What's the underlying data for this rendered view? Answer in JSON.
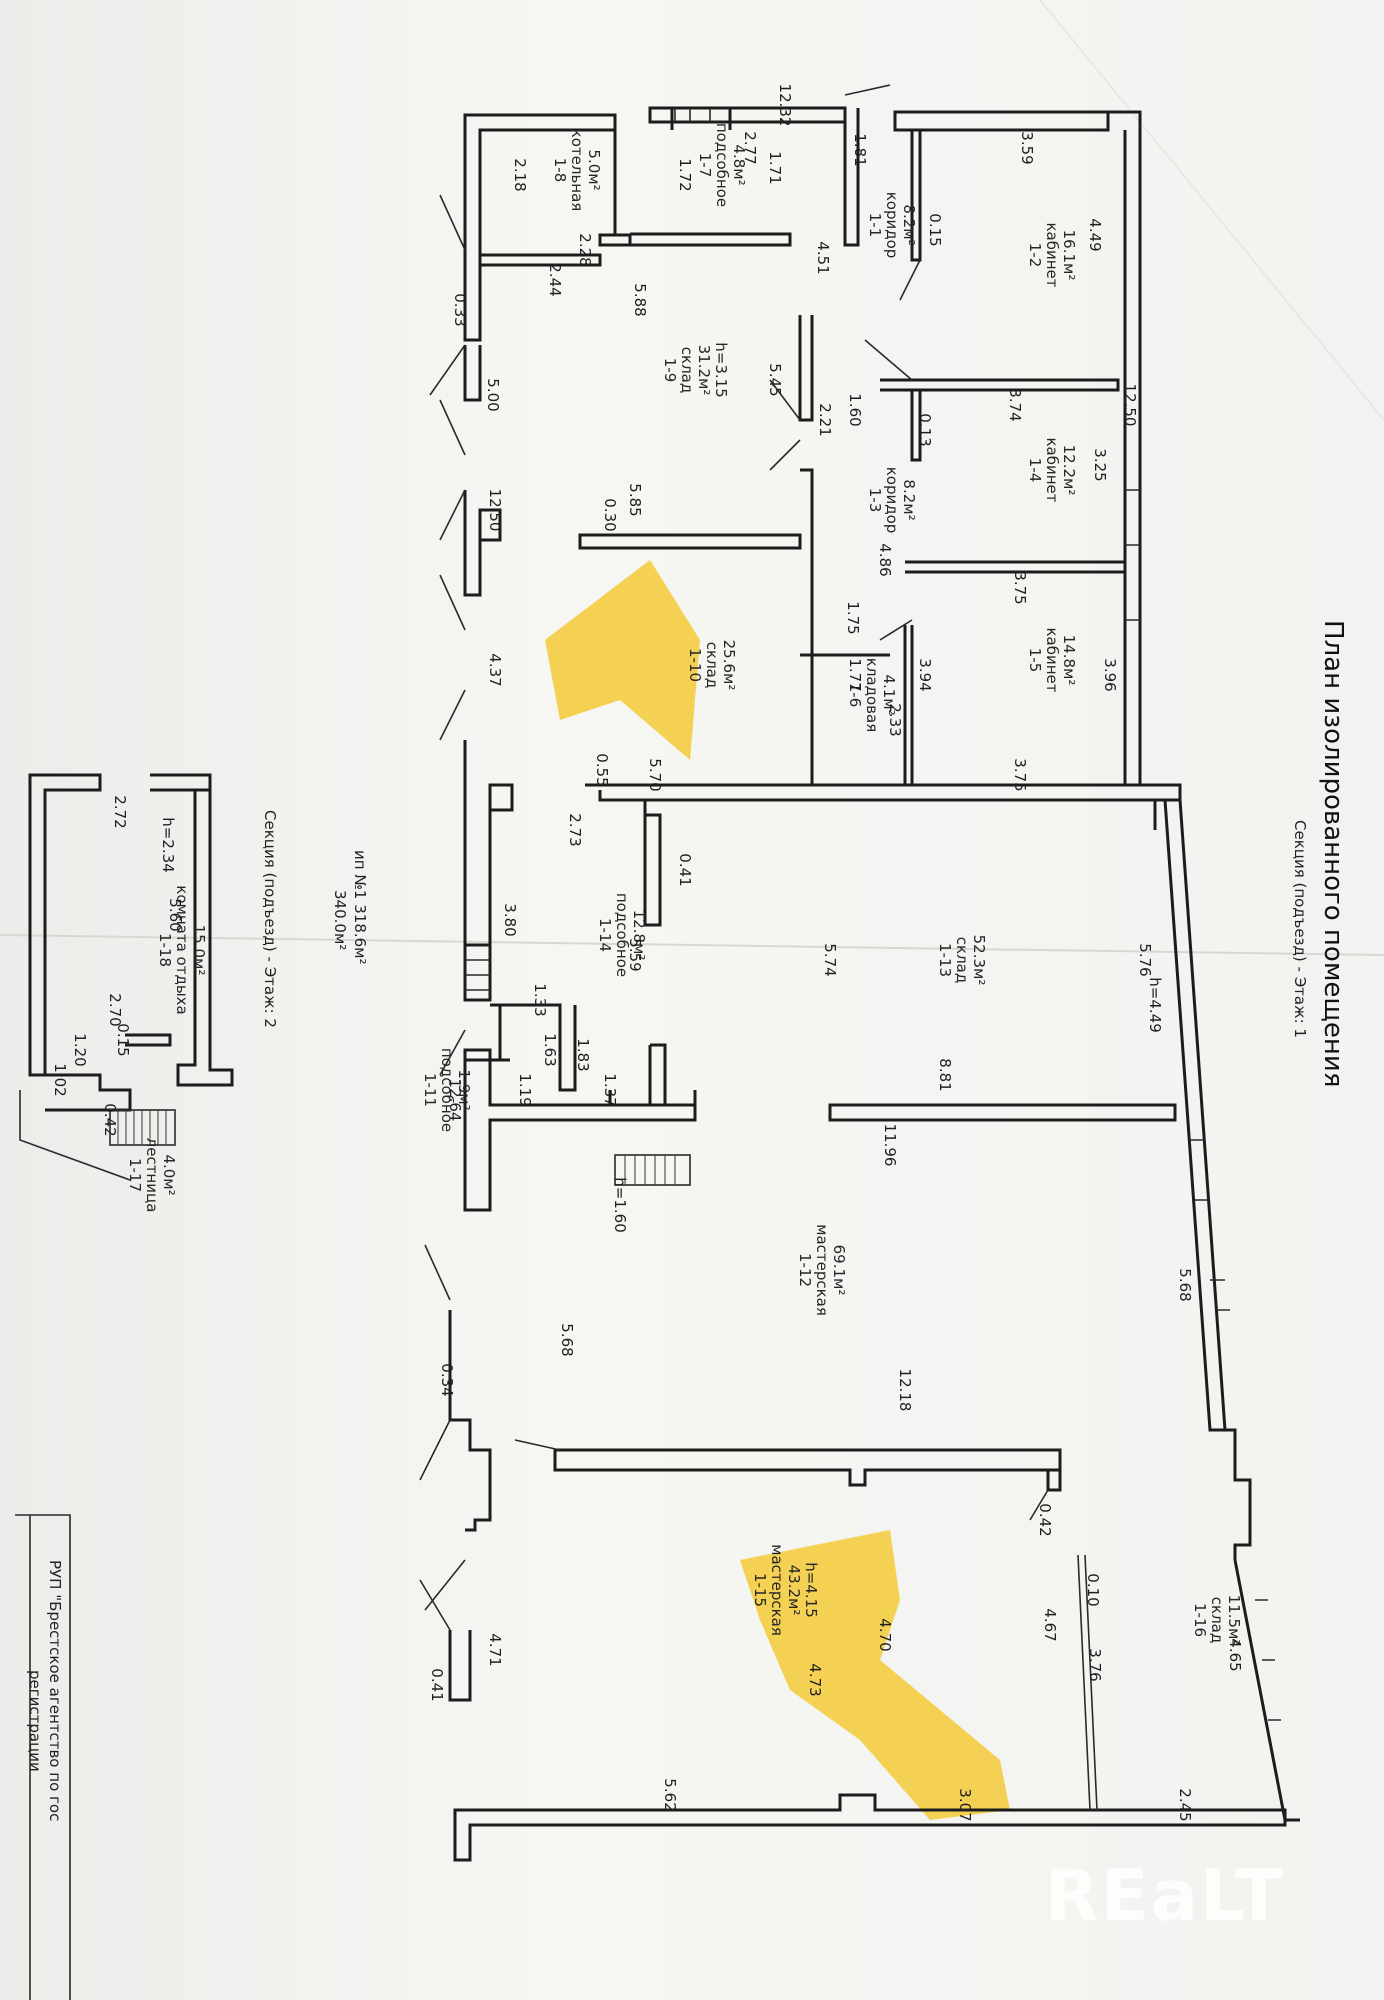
{
  "title": "План изолированного помещения",
  "subtitle_floor1": "Секция (подъезд) -  Этаж: 1",
  "subtitle_floor2": "Секция (подъезд) -  Этаж: 2",
  "totals": {
    "line1": "ип №1  318.6м²",
    "line2": "340.0м²"
  },
  "stamp": {
    "line1": "РУП \"Брестское агентство по гос",
    "line2": "регистрации"
  },
  "watermark": "REaLT",
  "highlight_color": "#f3c41d",
  "rooms": [
    {
      "id": "1-1",
      "name": "коридор",
      "area": "8.2м²"
    },
    {
      "id": "1-2",
      "name": "кабинет",
      "area": "16.1м²"
    },
    {
      "id": "1-3",
      "name": "коридор",
      "area": "8.2м²"
    },
    {
      "id": "1-4",
      "name": "кабинет",
      "area": "12.2м²"
    },
    {
      "id": "1-5",
      "name": "кабинет",
      "area": "14.8м²"
    },
    {
      "id": "1-6",
      "name": "кладовая",
      "area": "4.1м²"
    },
    {
      "id": "1-7",
      "name": "подсобное",
      "area": "4.8м²"
    },
    {
      "id": "1-8",
      "name": "котельная",
      "area": "5.0м²"
    },
    {
      "id": "1-9",
      "name": "склад",
      "area": "31.2м²",
      "extra": "h=3.15"
    },
    {
      "id": "1-10",
      "name": "склад",
      "area": "25.6м²"
    },
    {
      "id": "1-11",
      "name": "подсобное",
      "area": "1.9м²"
    },
    {
      "id": "1-12",
      "name": "мастерская",
      "area": "69.1м²"
    },
    {
      "id": "1-13",
      "name": "склад",
      "area": "52.3м²"
    },
    {
      "id": "1-14",
      "name": "подсобное",
      "area": "12.8м²"
    },
    {
      "id": "1-15",
      "name": "мастерская",
      "area": "43.2м²",
      "extra": "h=4.15"
    },
    {
      "id": "1-16",
      "name": "склад",
      "area": "11.5м²"
    },
    {
      "id": "1-17",
      "name": "лестница",
      "area": "4.0м²"
    },
    {
      "id": "1-18",
      "name": "комната отдыха",
      "area": "15.0м²"
    }
  ],
  "dimensions": [
    "12.32",
    "1.81",
    "2.77",
    "1.71",
    "1.72",
    "2.18",
    "2.28",
    "2.44",
    "0.33",
    "0.15",
    "4.49",
    "3.59",
    "4.51",
    "5.88",
    "5.45",
    "5.00",
    "1.60",
    "2.21",
    "0.13",
    "3.74",
    "12.50",
    "3.25",
    "12.50",
    "5.85",
    "0.30",
    "4.86",
    "3.75",
    "1.75",
    "1.77",
    "2.33",
    "3.94",
    "3.96",
    "4.37",
    "0.55",
    "5.70",
    "3.75",
    "2.73",
    "0.41",
    "3.80",
    "5.59",
    "5.74",
    "5.76",
    "h=4.49",
    "1.33",
    "1.63",
    "1.83",
    "1.19",
    "1.37",
    "8.81",
    "12.64",
    "11.96",
    "h=1.60",
    "5.68",
    "5.68",
    "0.34",
    "12.18",
    "0.42",
    "0.10",
    "4.67",
    "3.76",
    "4.65",
    "4.70",
    "4.73",
    "4.71",
    "0.41",
    "5.62",
    "3.07",
    "2.45",
    "2.72",
    "h=2.34",
    "5.60",
    "2.70",
    "0.15",
    "1.20",
    "1.02",
    "0.42"
  ]
}
